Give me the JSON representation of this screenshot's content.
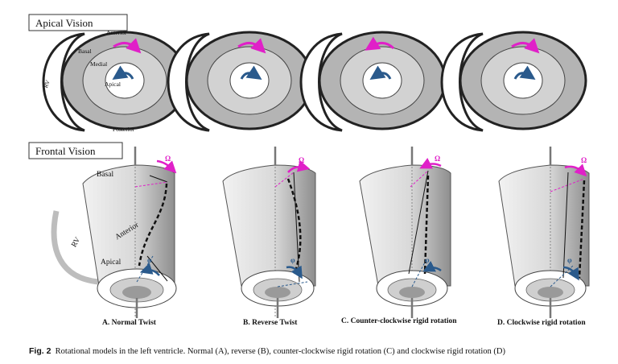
{
  "section_labels": {
    "apical": "Apical Vision",
    "frontal": "Frontal Vision"
  },
  "apical_labels": {
    "anterior": "Anterior",
    "basal": "Basal",
    "medial": "Medial",
    "apical": "Apical",
    "rv": "RV",
    "posterior": "Posterior"
  },
  "frontal_labels": {
    "basal": "Basal",
    "anterior": "Anterior",
    "rv": "RV",
    "apical": "Apical",
    "omega": "Ω",
    "phi": "φ"
  },
  "panels": [
    {
      "label": "A. Normal Twist",
      "outer_dir": "cw",
      "inner_dir": "ccw"
    },
    {
      "label": "B. Reverse Twist",
      "outer_dir": "cw",
      "inner_dir": "cw"
    },
    {
      "label": "C. Counter-clockwise rigid rotation",
      "outer_dir": "ccw",
      "inner_dir": "ccw"
    },
    {
      "label": "D. Clockwise rigid rotation",
      "outer_dir": "cw",
      "inner_dir": "cw"
    }
  ],
  "caption": {
    "fig": "Fig. 2",
    "text": "Rotational models in the left ventricle. Normal (A), reverse (B), counter-clockwise rigid rotation (C) and clockwise rigid rotation (D)"
  },
  "colors": {
    "magenta": "#e020c8",
    "blue": "#2a5a8c",
    "outer_gray": "#b4b4b4",
    "mid_gray": "#d2d2d2",
    "inner_white": "#ffffff"
  }
}
